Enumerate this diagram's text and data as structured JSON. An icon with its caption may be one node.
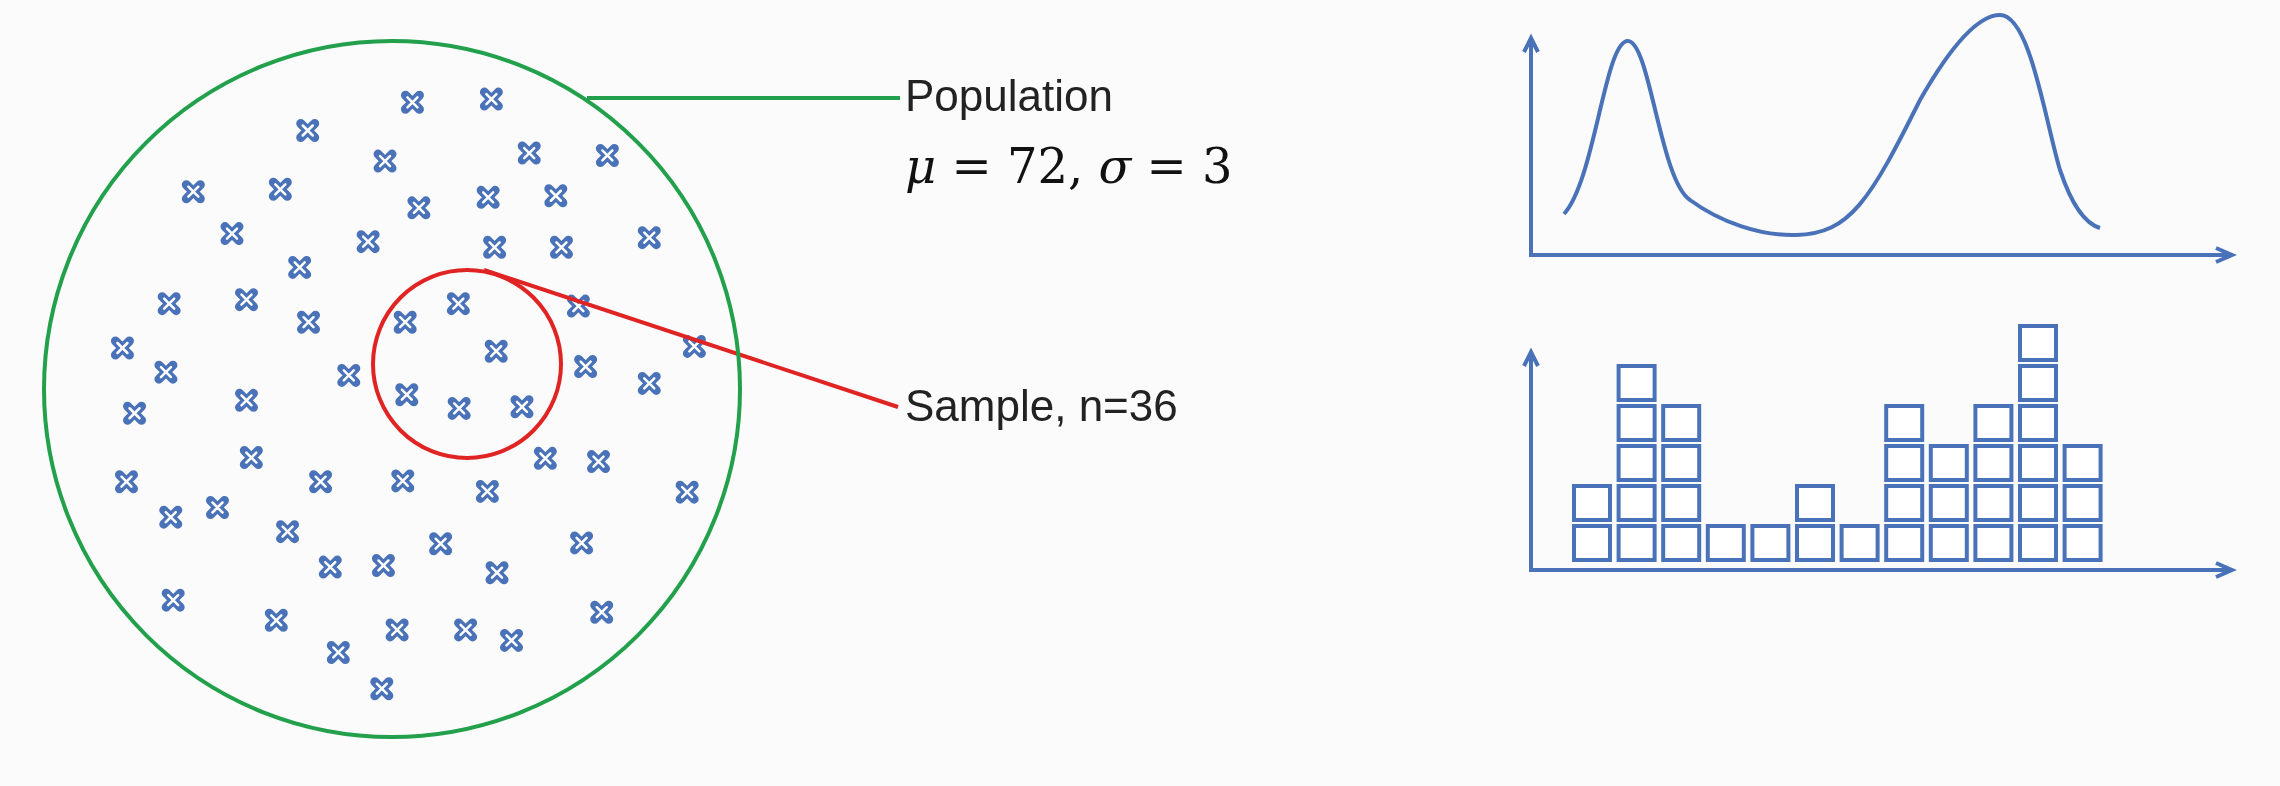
{
  "diagram": {
    "nodes": [
      {
        "text": [
          "Population"
        ],
        "beside": [
          "*μ* = 72, *σ* = 3"
        ]
      },
      {
        "text": [],
        "shape": "circle"
      },
      {
        "text": [
          "Sample, n=36"
        ]
      },
      {
        "text": [],
        "shape": "circle",
        "in": 1
      }
    ],
    "edges": [
      {
        "from": 0,
        "to": 1,
        "arrow": "none",
        "color": "#22a04b"
      },
      {
        "from": 2,
        "to": 3,
        "arrow": "none",
        "color": "#e02424"
      }
    ]
  }
}
